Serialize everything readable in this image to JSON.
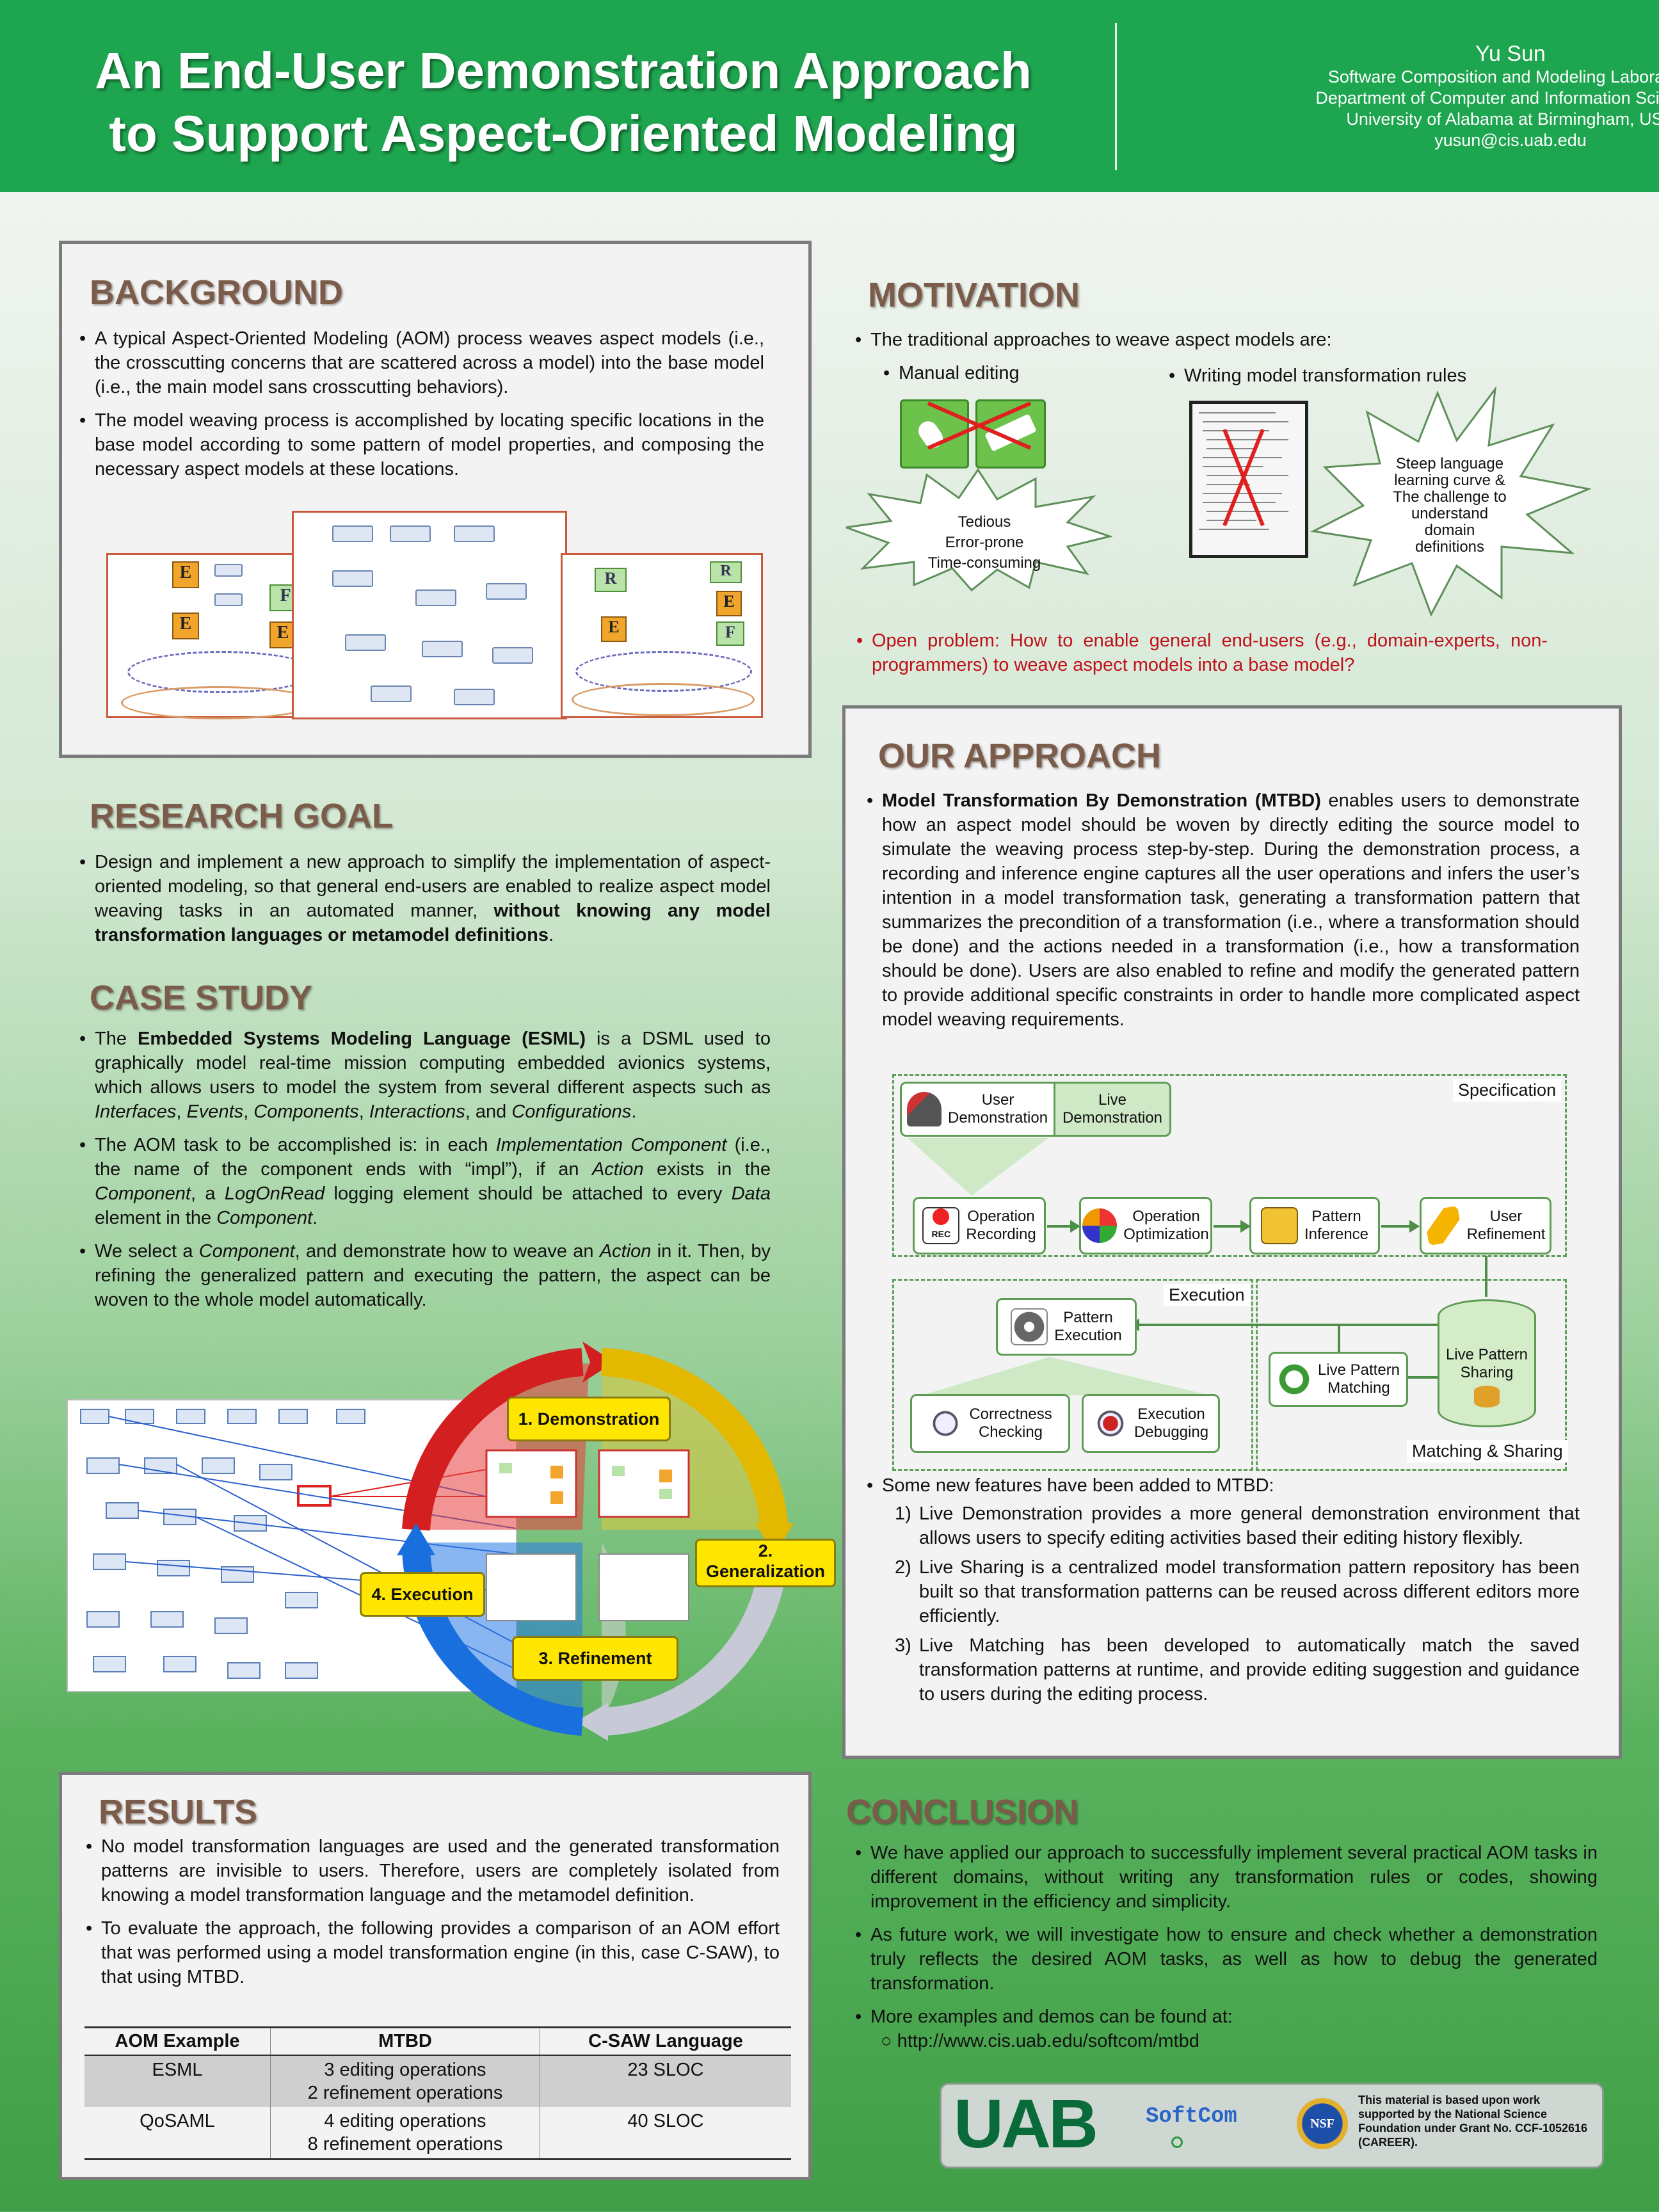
{
  "header": {
    "title_line1": "An End-User Demonstration Approach",
    "title_line2": "to Support Aspect-Oriented Modeling",
    "author": "Yu Sun",
    "lab": "Software Composition and Modeling Laboratory",
    "dept": "Department of Computer and Information Sciences",
    "univ": "University of Alabama at Birmingham, USA",
    "email": "yusun@cis.uab.edu"
  },
  "background": {
    "heading": "BACKGROUND",
    "bullet1": "A typical Aspect-Oriented Modeling (AOM) process weaves aspect models (i.e., the crosscutting concerns that are scattered across a model) into the base model (i.e., the main model sans crosscutting behaviors).",
    "bullet2": "The model weaving process is accomplished by locating specific locations in the base model according to some pattern of model properties, and composing the necessary aspect models at these locations."
  },
  "motivation": {
    "heading": "MOTIVATION",
    "intro": "The traditional approaches to weave aspect models are:",
    "opt1": "Manual editing",
    "opt2": "Writing model transformation rules",
    "burst1_l1": "Tedious",
    "burst1_l2": "Error-prone",
    "burst1_l3": "Time-consuming",
    "burst2_l1": "Steep language",
    "burst2_l2": "learning curve &",
    "burst2_l3": "The challenge to",
    "burst2_l4": "understand",
    "burst2_l5": "domain",
    "burst2_l6": "definitions",
    "open_problem": "Open problem: How to enable general end-users (e.g., domain-experts, non-programmers) to weave aspect models into a base model?"
  },
  "research_goal": {
    "heading": "RESEARCH GOAL",
    "text_a": "Design and implement a new approach to simplify the implementation of aspect-oriented modeling, so that general end-users are enabled to realize aspect model weaving tasks in an automated manner, ",
    "text_bold": "without knowing any model transformation languages or metamodel definitions",
    "text_end": "."
  },
  "case_study": {
    "heading": "CASE STUDY",
    "b1_pre": "The ",
    "b1_bold": "Embedded Systems Modeling Language (ESML)",
    "b1_post": " is a DSML used to graphically model real-time mission computing embedded avionics systems, which allows users to model the system from several different aspects such as ",
    "b1_i1": "Interfaces",
    "b1_i2": "Events",
    "b1_i3": "Components",
    "b1_i4": "Interactions",
    "b1_i5": "Configurations",
    "b2_pre": "The AOM task to be accomplished is: in each ",
    "b2_i1": "Implementation Component",
    "b2_mid1": " (i.e., the name of the component ends with “impl”), if an ",
    "b2_i2": "Action",
    "b2_mid2": " exists in the ",
    "b2_i3": "Component",
    "b2_mid3": ", a ",
    "b2_i4": "LogOnRead",
    "b2_mid4": " logging element should be attached to every ",
    "b2_i5": "Data",
    "b2_mid5": " element in the ",
    "b2_i6": "Component",
    "b3_pre": "We select a ",
    "b3_i1": "Component",
    "b3_mid1": ", and demonstrate how to weave an ",
    "b3_i2": "Action",
    "b3_post": " in it. Then, by refining the generalized pattern and executing the pattern, the aspect can be woven to the whole model automatically.",
    "cycle": {
      "step1": "1. Demonstration",
      "step2_l1": "2.",
      "step2_l2": "Generalization",
      "step3": "3. Refinement",
      "step4": "4. Execution"
    }
  },
  "approach": {
    "heading": "OUR APPROACH",
    "p_bold": "Model Transformation By Demonstration (MTBD)",
    "p_text": " enables users to demonstrate how an aspect model should be woven by directly editing the source model to simulate the weaving process step-by-step. During the demonstration process, a recording and inference engine captures all the user operations and infers the user’s intention in a model transformation task, generating a transformation pattern that summarizes the precondition of a transformation (i.e., where a transformation should be done) and the actions needed in a transformation (i.e., how a transformation should be done). Users are also enabled to refine and modify the generated pattern to provide additional specific constraints in order to handle more complicated aspect model weaving requirements.",
    "diagram": {
      "specification": "Specification",
      "execution": "Execution",
      "matching_sharing": "Matching & Sharing",
      "user_demo_l1": "User",
      "user_demo_l2": "Demonstration",
      "live_demo_l1": "Live",
      "live_demo_l2": "Demonstration",
      "op_rec_l1": "Operation",
      "op_rec_l2": "Recording",
      "rec_label": "REC",
      "op_opt_l1": "Operation",
      "op_opt_l2": "Optimization",
      "pat_inf_l1": "Pattern",
      "pat_inf_l2": "Inference",
      "user_ref_l1": "User",
      "user_ref_l2": "Refinement",
      "pat_exec_l1": "Pattern",
      "pat_exec_l2": "Execution",
      "live_share_l1": "Live Pattern",
      "live_share_l2": "Sharing",
      "live_match_l1": "Live Pattern",
      "live_match_l2": "Matching",
      "correct_l1": "Correctness",
      "correct_l2": "Checking",
      "debug_l1": "Execution",
      "debug_l2": "Debugging"
    },
    "features_intro": "Some new features have been added to MTBD:",
    "f1": "Live Demonstration provides a more general demonstration environment that allows users to specify editing activities based their editing history flexibly.",
    "f2": "Live Sharing is a centralized model transformation pattern repository has been built so that transformation patterns can be reused across different editors more efficiently.",
    "f3": "Live Matching has been developed to automatically match the saved transformation patterns at runtime, and provide editing suggestion and guidance to users during the editing process.",
    "f1_num": "1)",
    "f2_num": "2)",
    "f3_num": "3)"
  },
  "results": {
    "heading": "RESULTS",
    "b1": "No model transformation languages are used and the generated transformation patterns are invisible to users. Therefore, users are completely isolated from knowing a model transformation language and the metamodel definition.",
    "b2": "To evaluate the approach, the following provides a comparison of an AOM effort that was performed using a model transformation engine (in this, case C-SAW), to that using MTBD.",
    "table": {
      "headers": [
        "AOM Example",
        "MTBD",
        "C-SAW Language"
      ],
      "rows": [
        {
          "example": "ESML",
          "mtbd_l1": "3 editing operations",
          "mtbd_l2": "2 refinement operations",
          "csaw": "23 SLOC"
        },
        {
          "example": "QoSAML",
          "mtbd_l1": "4 editing operations",
          "mtbd_l2": "8 refinement operations",
          "csaw": "40 SLOC"
        }
      ]
    }
  },
  "conclusion": {
    "heading": "CONCLUSION",
    "b1": "We have applied our approach to successfully implement several practical AOM tasks in different domains, without writing any transformation rules or codes, showing improvement in the efficiency and simplicity.",
    "b2": "As future work, we will investigate how to ensure and check whether a demonstration truly reflects the desired AOM tasks, as well as how to debug the generated transformation.",
    "b3": "More examples and demos can be found at:",
    "link": "http://www.cis.uab.edu/softcom/mtbd"
  },
  "footer": {
    "uab_logo": "UAB",
    "softcom_logo": "SoftCom",
    "nsf_logo": "NSF",
    "funding": "This material is based upon work supported by the National Science Foundation under Grant No. CCF-1052616 (CAREER)."
  }
}
